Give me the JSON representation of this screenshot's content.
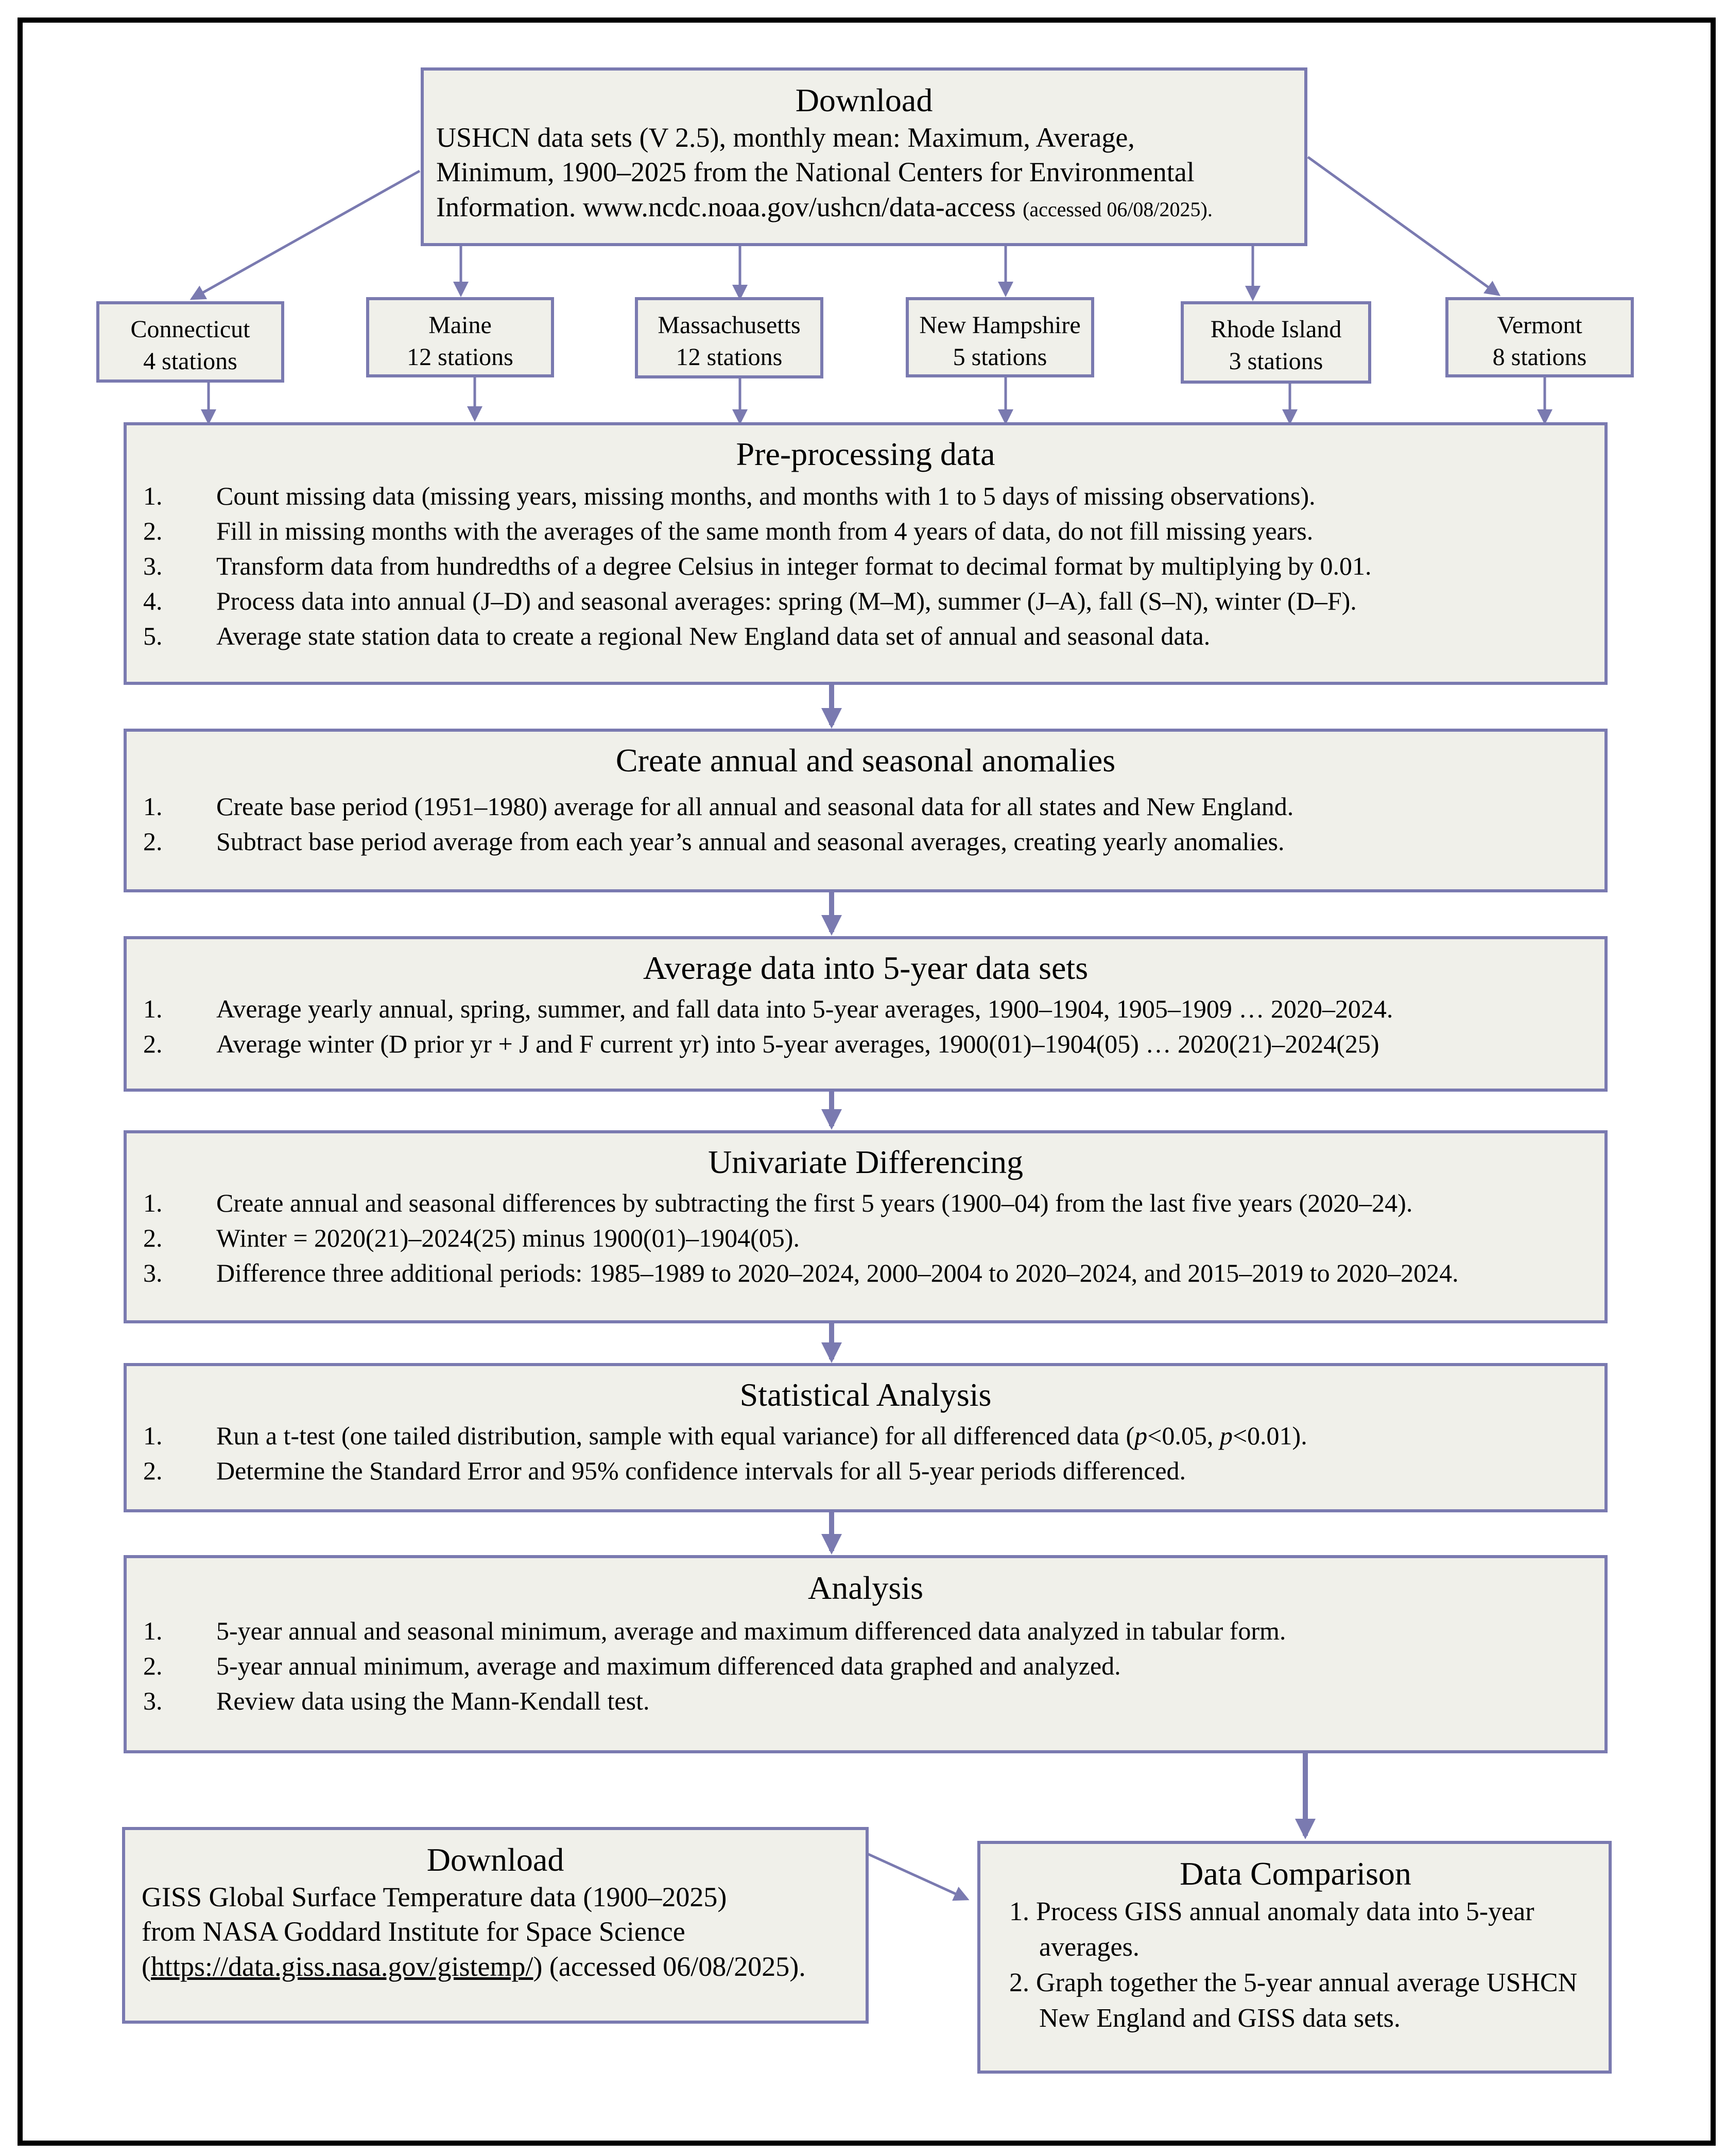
{
  "download_top": {
    "title": "Download",
    "line1": "USHCN data sets (V 2.5), monthly mean: Maximum, Average,",
    "line2": "Minimum, 1900–2025 from the National Centers for Environmental",
    "line3": "Information.  www.ncdc.noaa.gov/ushcn/data-access",
    "accessed": "(accessed 06/08/2025)."
  },
  "states": [
    {
      "name": "Connecticut",
      "stations": "4 stations"
    },
    {
      "name": "Maine",
      "stations": "12 stations"
    },
    {
      "name": "Massachusetts",
      "stations": "12 stations"
    },
    {
      "name": "New Hampshire",
      "stations": "5 stations"
    },
    {
      "name": "Rhode Island",
      "stations": "3 stations"
    },
    {
      "name": "Vermont",
      "stations": "8 stations"
    }
  ],
  "preprocessing": {
    "title": "Pre-processing data",
    "items": [
      {
        "num": "1.",
        "text": "Count missing data (missing years, missing months, and months with 1 to 5 days of missing observations)."
      },
      {
        "num": "2.",
        "text": "Fill in missing months with the averages of the same month from 4 years of data, do not fill missing years."
      },
      {
        "num": "3.",
        "text": "Transform data from hundredths of a degree Celsius in integer format to decimal format by multiplying by 0.01."
      },
      {
        "num": "4.",
        "text": "Process data into annual (J–D) and seasonal averages: spring (M–M), summer (J–A), fall (S–N), winter (D–F)."
      },
      {
        "num": "5.",
        "text": "Average state station data to create a regional New England data set of annual and seasonal data."
      }
    ]
  },
  "anomalies": {
    "title": "Create annual and seasonal anomalies",
    "items": [
      {
        "num": "1.",
        "text": "Create base period (1951–1980) average for all annual and seasonal data for all states and New England."
      },
      {
        "num": "2.",
        "text": "Subtract base period average from each year’s annual and seasonal averages, creating yearly anomalies."
      }
    ]
  },
  "average5": {
    "title": "Average data into 5-year data sets",
    "items": [
      {
        "num": "1.",
        "text": "Average yearly annual, spring, summer, and fall data into 5-year averages, 1900–1904, 1905–1909 … 2020–2024."
      },
      {
        "num": "2.",
        "text": "Average winter (D prior yr + J and F current yr) into 5-year averages, 1900(01)–1904(05) … 2020(21)–2024(25)"
      }
    ]
  },
  "differencing": {
    "title": "Univariate Differencing",
    "items": [
      {
        "num": "1.",
        "text": "Create annual and seasonal differences by subtracting the first 5 years (1900–04) from the last five years (2020–24)."
      },
      {
        "num": "2.",
        "text": "Winter = 2020(21)–2024(25) minus 1900(01)–1904(05)."
      },
      {
        "num": "3.",
        "text": "Difference three additional periods: 1985–1989 to 2020–2024, 2000–2004 to 2020–2024, and 2015–2019 to 2020–2024."
      }
    ]
  },
  "statistical": {
    "title": "Statistical Analysis",
    "item1_num": "1.",
    "item1_a": "Run a t-test (one tailed distribution, sample with equal variance) for all differenced data (",
    "item1_p1": "p",
    "item1_b": "<0.05, ",
    "item1_p2": "p",
    "item1_c": "<0.01).",
    "item2_num": "2.",
    "item2": "Determine the Standard Error and 95% confidence intervals for all 5-year periods differenced."
  },
  "analysis": {
    "title": "Analysis",
    "items": [
      {
        "num": "1.",
        "text": "5-year annual and seasonal minimum, average and maximum differenced data analyzed in tabular form."
      },
      {
        "num": "2.",
        "text": "5-year annual minimum, average and maximum differenced data graphed and analyzed."
      },
      {
        "num": "3.",
        "text": "Review data using the Mann-Kendall test."
      }
    ]
  },
  "download_giss": {
    "title": "Download",
    "line1": "GISS Global Surface Temperature data (1900–2025)",
    "line2": "from NASA Goddard Institute for Space Science",
    "line3_open": "(",
    "line3_link": "https://data.giss.nasa.gov/gistemp/",
    "line3_close": ") (accessed 06/08/2025)."
  },
  "comparison": {
    "title": "Data Comparison",
    "item1": "1. Process GISS annual anomaly data into 5-year averages.",
    "item2": "2. Graph together the 5-year annual average USHCN New England and GISS data sets."
  },
  "colors": {
    "box_fill": "#f0f0ea",
    "border": "#7a7ab0",
    "arrow": "#7a7ab0",
    "frame": "#000000"
  }
}
